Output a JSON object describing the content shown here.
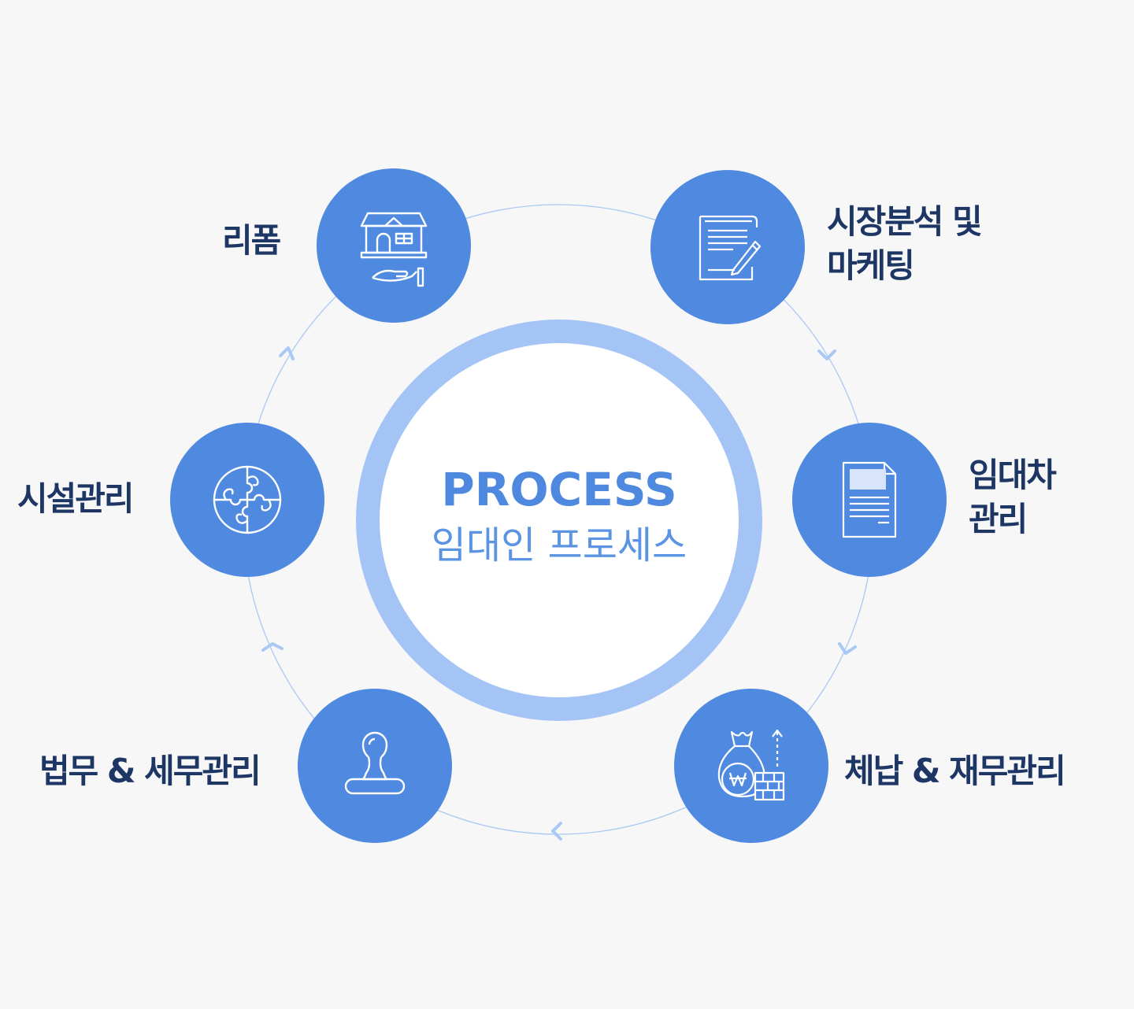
{
  "center": {
    "title": "PROCESS",
    "subtitle": "임대인 프로세스"
  },
  "steps": [
    {
      "id": "reform",
      "lines": [
        "리폼"
      ],
      "icon": "house-hand-icon"
    },
    {
      "id": "market",
      "lines": [
        "시장분석 및",
        "마케팅"
      ],
      "icon": "document-pen-icon"
    },
    {
      "id": "lease",
      "lines": [
        "임대차",
        "관리"
      ],
      "icon": "document-icon"
    },
    {
      "id": "finance",
      "lines": [
        "체납 & 재무관리"
      ],
      "icon": "money-bag-icon"
    },
    {
      "id": "legal",
      "lines": [
        "법무 & 세무관리"
      ],
      "icon": "stamp-icon"
    },
    {
      "id": "facility",
      "lines": [
        "시설관리"
      ],
      "icon": "puzzle-icon"
    }
  ],
  "colors": {
    "background": "#f7f7f8",
    "node": "#4f8ae0",
    "center_ring": "#a4c4f6",
    "center_text": "#4e89df",
    "label_text": "#1d3664",
    "flow_line": "#a9c8f3"
  }
}
